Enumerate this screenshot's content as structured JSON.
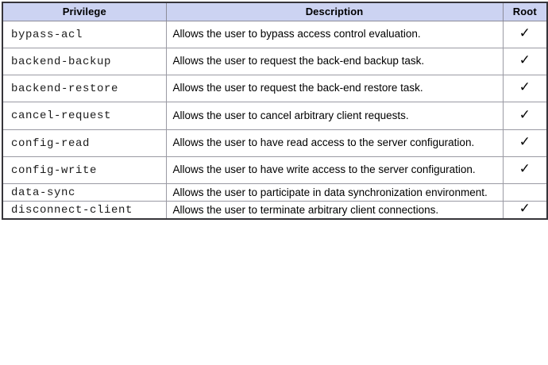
{
  "table": {
    "columns": [
      {
        "key": "privilege",
        "label": "Privilege"
      },
      {
        "key": "description",
        "label": "Description"
      },
      {
        "key": "root",
        "label": "Root"
      }
    ],
    "check_glyph": "✓",
    "header_background": "#ccd3f2",
    "border_color": "#9a9aa3",
    "outer_border_color": "#36353a",
    "rows": [
      {
        "privilege": "bypass-acl",
        "description": "Allows the user to bypass access control evaluation.",
        "root": "✓"
      },
      {
        "privilege": "backend-backup",
        "description": "Allows the user to request the back-end backup task.",
        "root": "✓"
      },
      {
        "privilege": "backend-restore",
        "description": "Allows the user to request the back-end restore task.",
        "root": "✓"
      },
      {
        "privilege": "cancel-request",
        "description": "Allows the user to cancel arbitrary client requests.",
        "root": "✓"
      },
      {
        "privilege": "config-read",
        "description": "Allows the user to have read access to the server configuration.",
        "root": "✓"
      },
      {
        "privilege": "config-write",
        "description": "Allows the user to have write access to the server configuration.",
        "root": "✓"
      },
      {
        "privilege": "data-sync",
        "description": "Allows the user to participate in data synchronization environment.",
        "root": ""
      },
      {
        "privilege": "disconnect-client",
        "description": "Allows the user to terminate arbitrary client connections.",
        "root": "✓"
      }
    ]
  }
}
